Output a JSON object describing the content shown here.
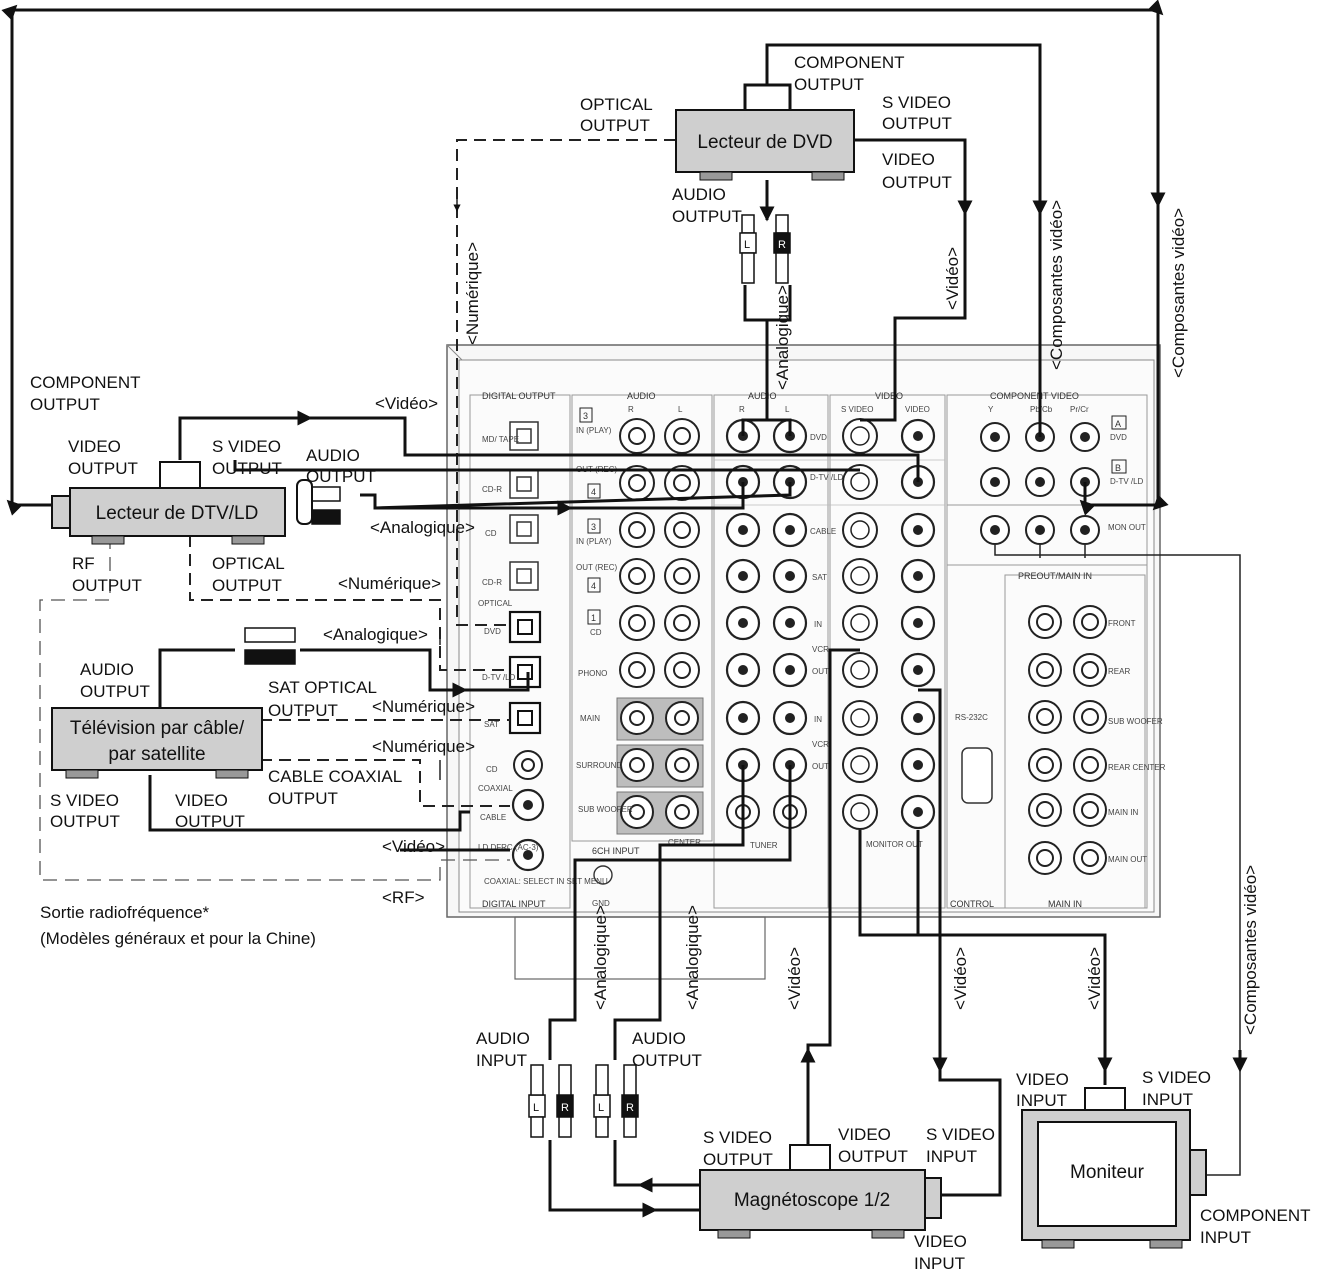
{
  "devices": {
    "dvd": "Lecteur de DVD",
    "dtv": "Lecteur de DTV/LD",
    "cable_sat_line1": "Télévision par câble/",
    "cable_sat_line2": "par satellite",
    "vcr": "Magnétoscope 1/2",
    "monitor": "Moniteur"
  },
  "labels": {
    "component_output": "COMPONENT",
    "component_output2": "OUTPUT",
    "optical": "OPTICAL",
    "output": "OUTPUT",
    "input": "INPUT",
    "s_video": "S VIDEO",
    "video": "VIDEO",
    "audio": "AUDIO",
    "rf": "RF",
    "component": "COMPONENT",
    "sat_optical": "SAT OPTICAL",
    "cable_coaxial": "CABLE COAXIAL"
  },
  "signals": {
    "numerique": "<Numérique>",
    "analogique": "<Analogique>",
    "video": "<Vidéo>",
    "composantes": "<Composantes vidéo>",
    "rf": "<RF>"
  },
  "notes": {
    "line1": "Sortie radiofréquence*",
    "line2": "(Modèles généraux et pour la Chine)"
  },
  "panel": {
    "digital_output": "DIGITAL OUTPUT",
    "audio": "AUDIO",
    "video": "VIDEO",
    "component_video": "COMPONENT VIDEO",
    "digital_input": "DIGITAL INPUT",
    "s_video": "S VIDEO",
    "y": "Y",
    "pb": "Pb/Cb",
    "pr": "Pr/Cr",
    "dvd": "DVD",
    "dtvld": "D-TV /LD",
    "cable": "CABLE",
    "sat": "SAT",
    "in": "IN",
    "out": "OUT",
    "vcr": "VCR",
    "mon_out": "MON OUT",
    "preout_main_in": "PREOUT/MAIN IN",
    "front": "FRONT",
    "rear": "REAR",
    "sub_woofer": "SUB WOOFER",
    "rear_center": "REAR CENTER",
    "main_in": "MAIN IN",
    "main_out": "MAIN OUT",
    "rs232c": "RS-232C",
    "control": "CONTROL",
    "main_in_footer": "MAIN IN",
    "monitor_out": "MONITOR OUT",
    "tuner": "TUNER",
    "ch6_input": "6CH INPUT",
    "center": "CENTER",
    "gnd": "GND",
    "phono": "PHONO",
    "main": "MAIN",
    "surround": "SURROUND",
    "subwoofer_small": "SUB WOOFER",
    "cd": "CD",
    "md_tape": "MD/ TAPE",
    "cd_r": "CD-R",
    "optical_small": "OPTICAL",
    "coaxial_small": "COAXIAL",
    "ld_dfrc": "LD DFRC (AC-3)",
    "coaxial_select": "COAXIAL: SELECT IN SET MENU",
    "in_play": "IN (PLAY)",
    "out_rec": "OUT (REC)",
    "box_a": "A",
    "box_b": "B",
    "r": "R",
    "l": "L",
    "num3": "3",
    "num4": "4",
    "num1": "1"
  },
  "plugs": {
    "l": "L",
    "r": "R"
  }
}
